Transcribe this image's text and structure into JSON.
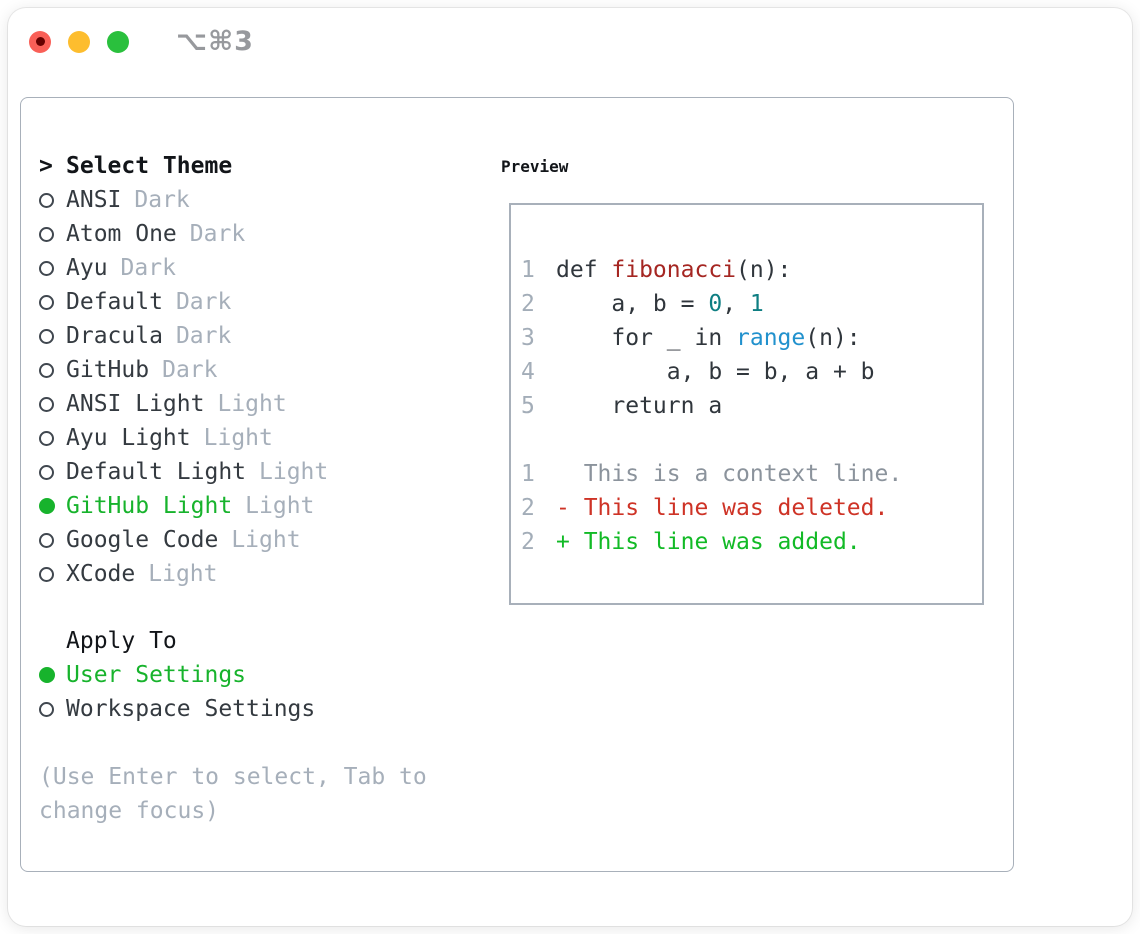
{
  "window": {
    "titlebar": {
      "shortcut_label": "⌥⌘3"
    }
  },
  "theme_picker": {
    "header_prefix": ">",
    "header_label": "Select Theme",
    "themes": [
      {
        "name": "ANSI",
        "variant": "Dark",
        "selected": false
      },
      {
        "name": "Atom One",
        "variant": "Dark",
        "selected": false
      },
      {
        "name": "Ayu",
        "variant": "Dark",
        "selected": false
      },
      {
        "name": "Default",
        "variant": "Dark",
        "selected": false
      },
      {
        "name": "Dracula",
        "variant": "Dark",
        "selected": false
      },
      {
        "name": "GitHub",
        "variant": "Dark",
        "selected": false
      },
      {
        "name": "ANSI Light",
        "variant": "Light",
        "selected": false
      },
      {
        "name": "Ayu Light",
        "variant": "Light",
        "selected": false
      },
      {
        "name": "Default Light",
        "variant": "Light",
        "selected": false
      },
      {
        "name": "GitHub Light",
        "variant": "Light",
        "selected": true
      },
      {
        "name": "Google Code",
        "variant": "Light",
        "selected": false
      },
      {
        "name": "XCode",
        "variant": "Light",
        "selected": false
      }
    ],
    "apply_to": {
      "label": "Apply To",
      "options": [
        {
          "label": "User Settings",
          "selected": true
        },
        {
          "label": "Workspace Settings",
          "selected": false
        }
      ]
    },
    "hint": "(Use Enter to select, Tab to change focus)"
  },
  "preview": {
    "header": "Preview",
    "code_lines": [
      {
        "num": "1",
        "segments": [
          {
            "text": "def ",
            "style": "plain"
          },
          {
            "text": "fibonacci",
            "style": "function"
          },
          {
            "text": "(n):",
            "style": "plain"
          }
        ]
      },
      {
        "num": "2",
        "segments": [
          {
            "text": "    a, b = ",
            "style": "plain"
          },
          {
            "text": "0",
            "style": "number"
          },
          {
            "text": ", ",
            "style": "plain"
          },
          {
            "text": "1",
            "style": "number"
          }
        ]
      },
      {
        "num": "3",
        "segments": [
          {
            "text": "    for _ in ",
            "style": "plain"
          },
          {
            "text": "range",
            "style": "builtin"
          },
          {
            "text": "(n):",
            "style": "plain"
          }
        ]
      },
      {
        "num": "4",
        "segments": [
          {
            "text": "        a, b = b, a + b",
            "style": "plain"
          }
        ]
      },
      {
        "num": "5",
        "segments": [
          {
            "text": "    return a",
            "style": "plain"
          }
        ]
      }
    ],
    "diff_lines": [
      {
        "num": "1",
        "kind": "context",
        "text": "  This is a context line."
      },
      {
        "num": "2",
        "kind": "deleted",
        "text": "- This line was deleted."
      },
      {
        "num": "2",
        "kind": "added",
        "text": "+ This line was added."
      }
    ]
  },
  "colors": {
    "accent_green": "#17b32c",
    "radio_outline": "#40474f",
    "text_black": "#121519",
    "text_dark": "#343a40",
    "muted_gray": "#a6afba",
    "lineno_gray": "#a3adb8",
    "border_gray": "#a8b0ba",
    "title_gray": "#97999d",
    "code_plain": "#30363c",
    "code_function": "#a52622",
    "code_number": "#0e7e82",
    "code_builtin": "#2191cd",
    "diff_context": "#8b939c",
    "diff_deleted": "#ce3326",
    "diff_added": "#12ba26",
    "traffic_red": "#f95f57",
    "traffic_red_core": "#650000",
    "traffic_yellow": "#fdbd2e",
    "traffic_green": "#2ac03d"
  }
}
